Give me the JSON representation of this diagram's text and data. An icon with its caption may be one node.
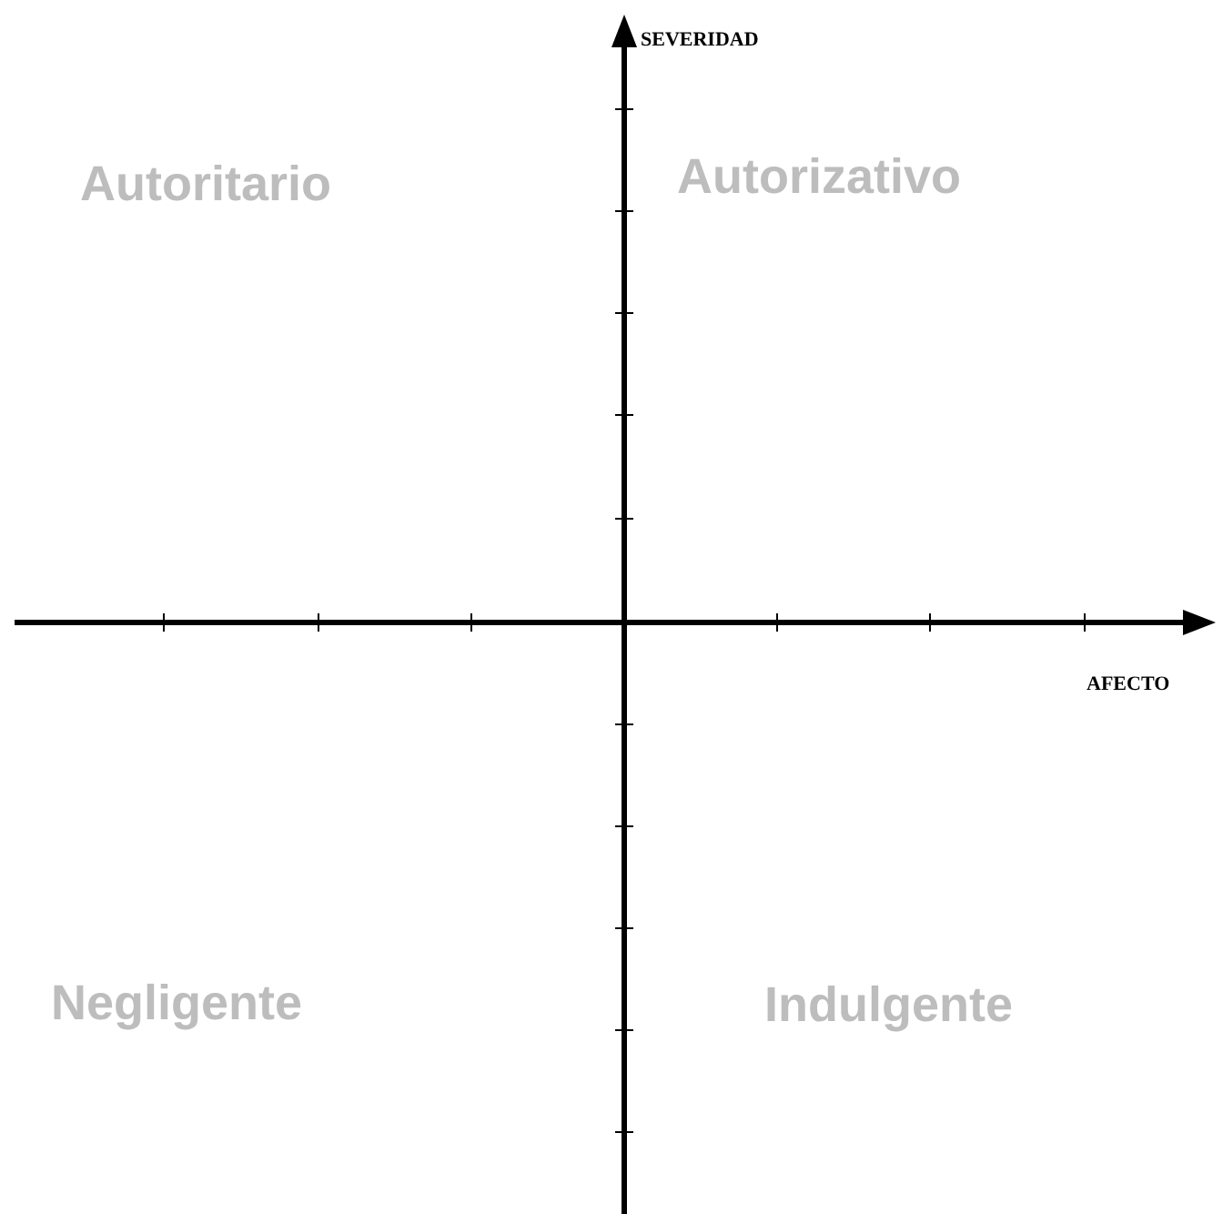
{
  "diagram": {
    "labels": [
      "SEVERIDAD",
      "Autoritario",
      "Autorizativo",
      "AFECTO",
      "Negligente",
      "Indulgente"
    ]
  }
}
